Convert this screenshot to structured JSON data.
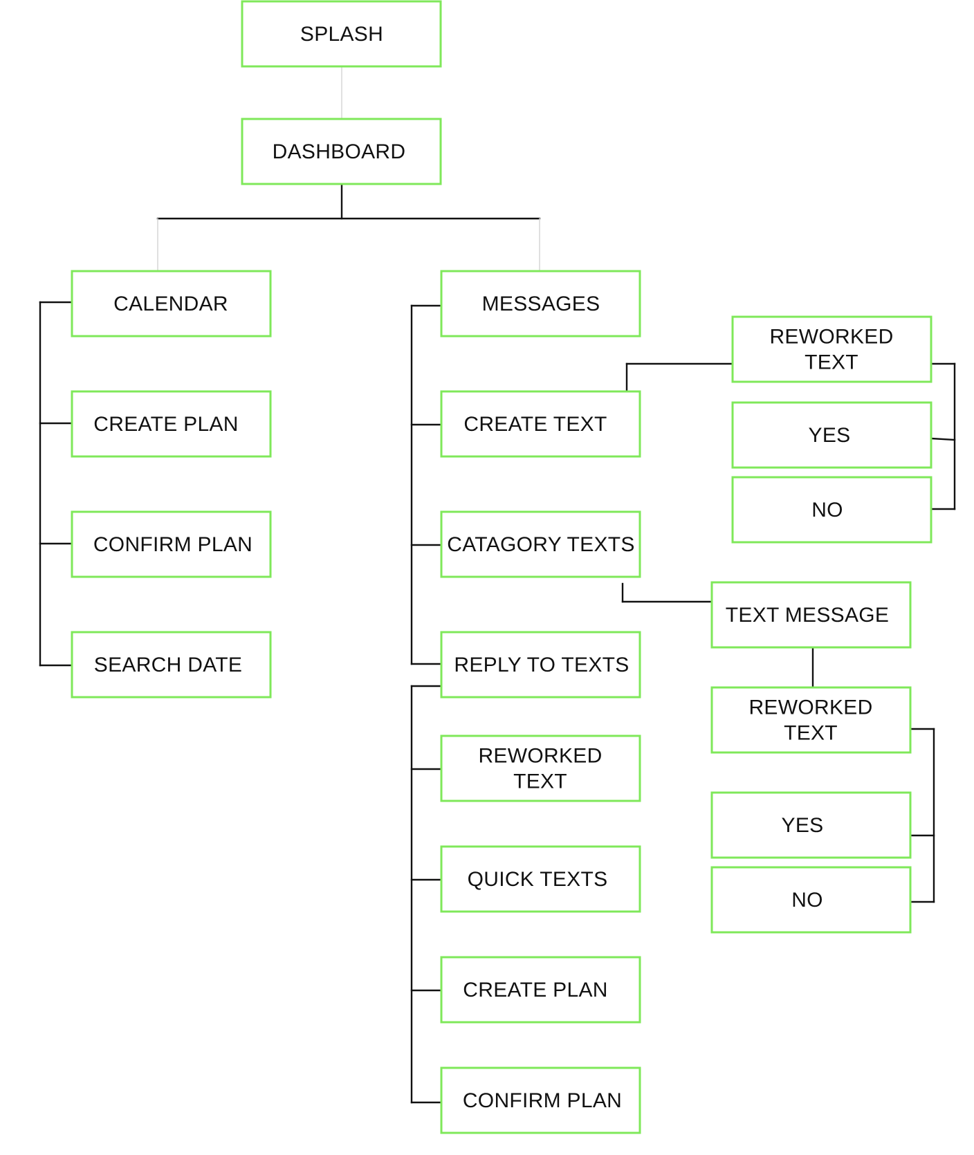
{
  "nodes": {
    "splash": [
      "SPLASH"
    ],
    "dashboard": [
      "DASHBOARD"
    ],
    "calendar": [
      "CALENDAR"
    ],
    "cal_create_plan": [
      "CREATE PLAN"
    ],
    "cal_confirm_plan": [
      "CONFIRM PLAN"
    ],
    "cal_search_date": [
      "SEARCH DATE"
    ],
    "messages": [
      "MESSAGES"
    ],
    "create_text": [
      "CREATE TEXT"
    ],
    "catagory_texts": [
      "CATAGORY TEXTS"
    ],
    "reply_to_texts": [
      "REPLY TO TEXTS"
    ],
    "reply_reworked_text": [
      "REWORKED",
      "TEXT"
    ],
    "quick_texts": [
      "QUICK TEXTS"
    ],
    "msg_create_plan": [
      "CREATE PLAN"
    ],
    "msg_confirm_plan": [
      "CONFIRM PLAN"
    ],
    "create_reworked_text": [
      "REWORKED",
      "TEXT"
    ],
    "create_yes": [
      "YES"
    ],
    "create_no": [
      "NO"
    ],
    "text_message": [
      "TEXT MESSAGE"
    ],
    "cat_reworked_text": [
      "REWORKED",
      "TEXT"
    ],
    "cat_yes": [
      "YES"
    ],
    "cat_no": [
      "NO"
    ]
  },
  "colors": {
    "box_border": "#7fe85a",
    "connector": "#111111",
    "faint_connector": "#d6d6d6",
    "text": "#111111"
  }
}
